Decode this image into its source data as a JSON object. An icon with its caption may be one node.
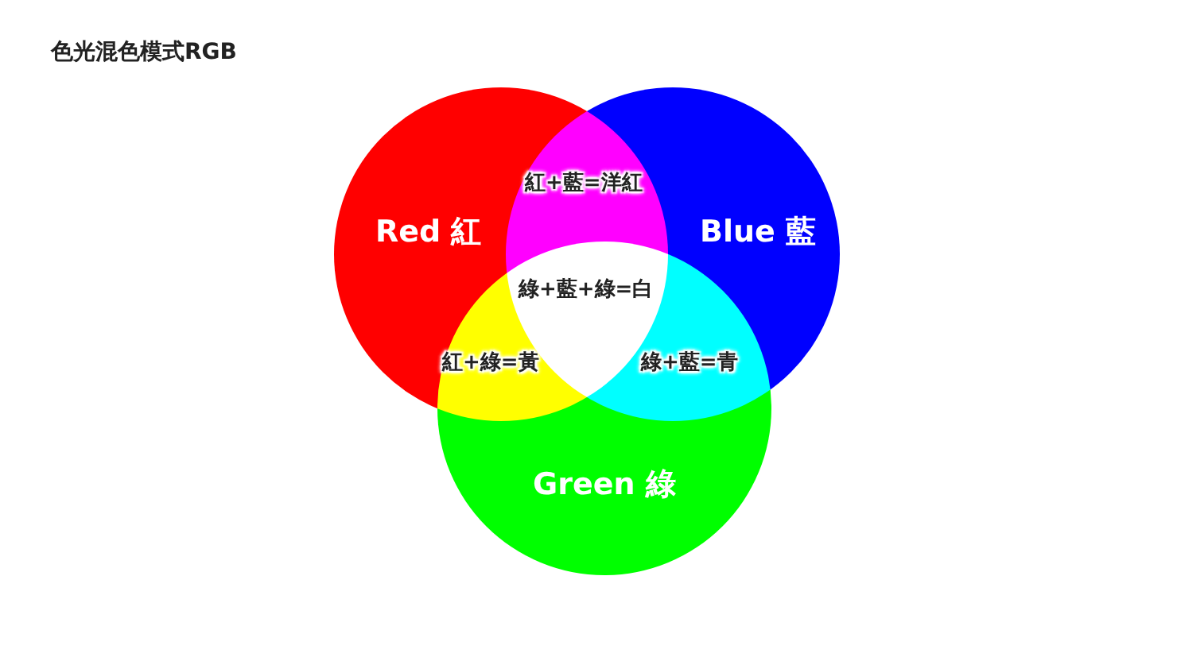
{
  "diagram": {
    "title": "色光混色模式RGB",
    "nodes": [
      {
        "text": [
          "Red 紅"
        ]
      },
      {
        "text": [
          "Blue 藍"
        ]
      },
      {
        "text": [
          "Green 綠"
        ]
      }
    ],
    "edges": [],
    "labels": [
      "紅+藍=洋紅",
      "綠+藍+綠=白",
      "紅+綠=黃",
      "綠+藍=青"
    ]
  }
}
